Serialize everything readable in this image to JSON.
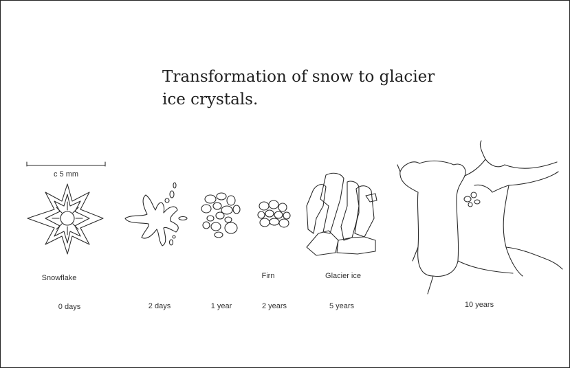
{
  "diagram": {
    "title_line1": "Transformation of snow to glacier",
    "title_line2": "ice crystals.",
    "scale_label": "c 5 mm",
    "stages": [
      {
        "name": "Snowflake",
        "age": "0 days"
      },
      {
        "name": "",
        "age": "2 days"
      },
      {
        "name": "",
        "age": "1 year"
      },
      {
        "name": "Firn",
        "age": "2 years"
      },
      {
        "name": "Glacier ice",
        "age": "5 years"
      },
      {
        "name": "",
        "age": "10 years"
      }
    ]
  }
}
